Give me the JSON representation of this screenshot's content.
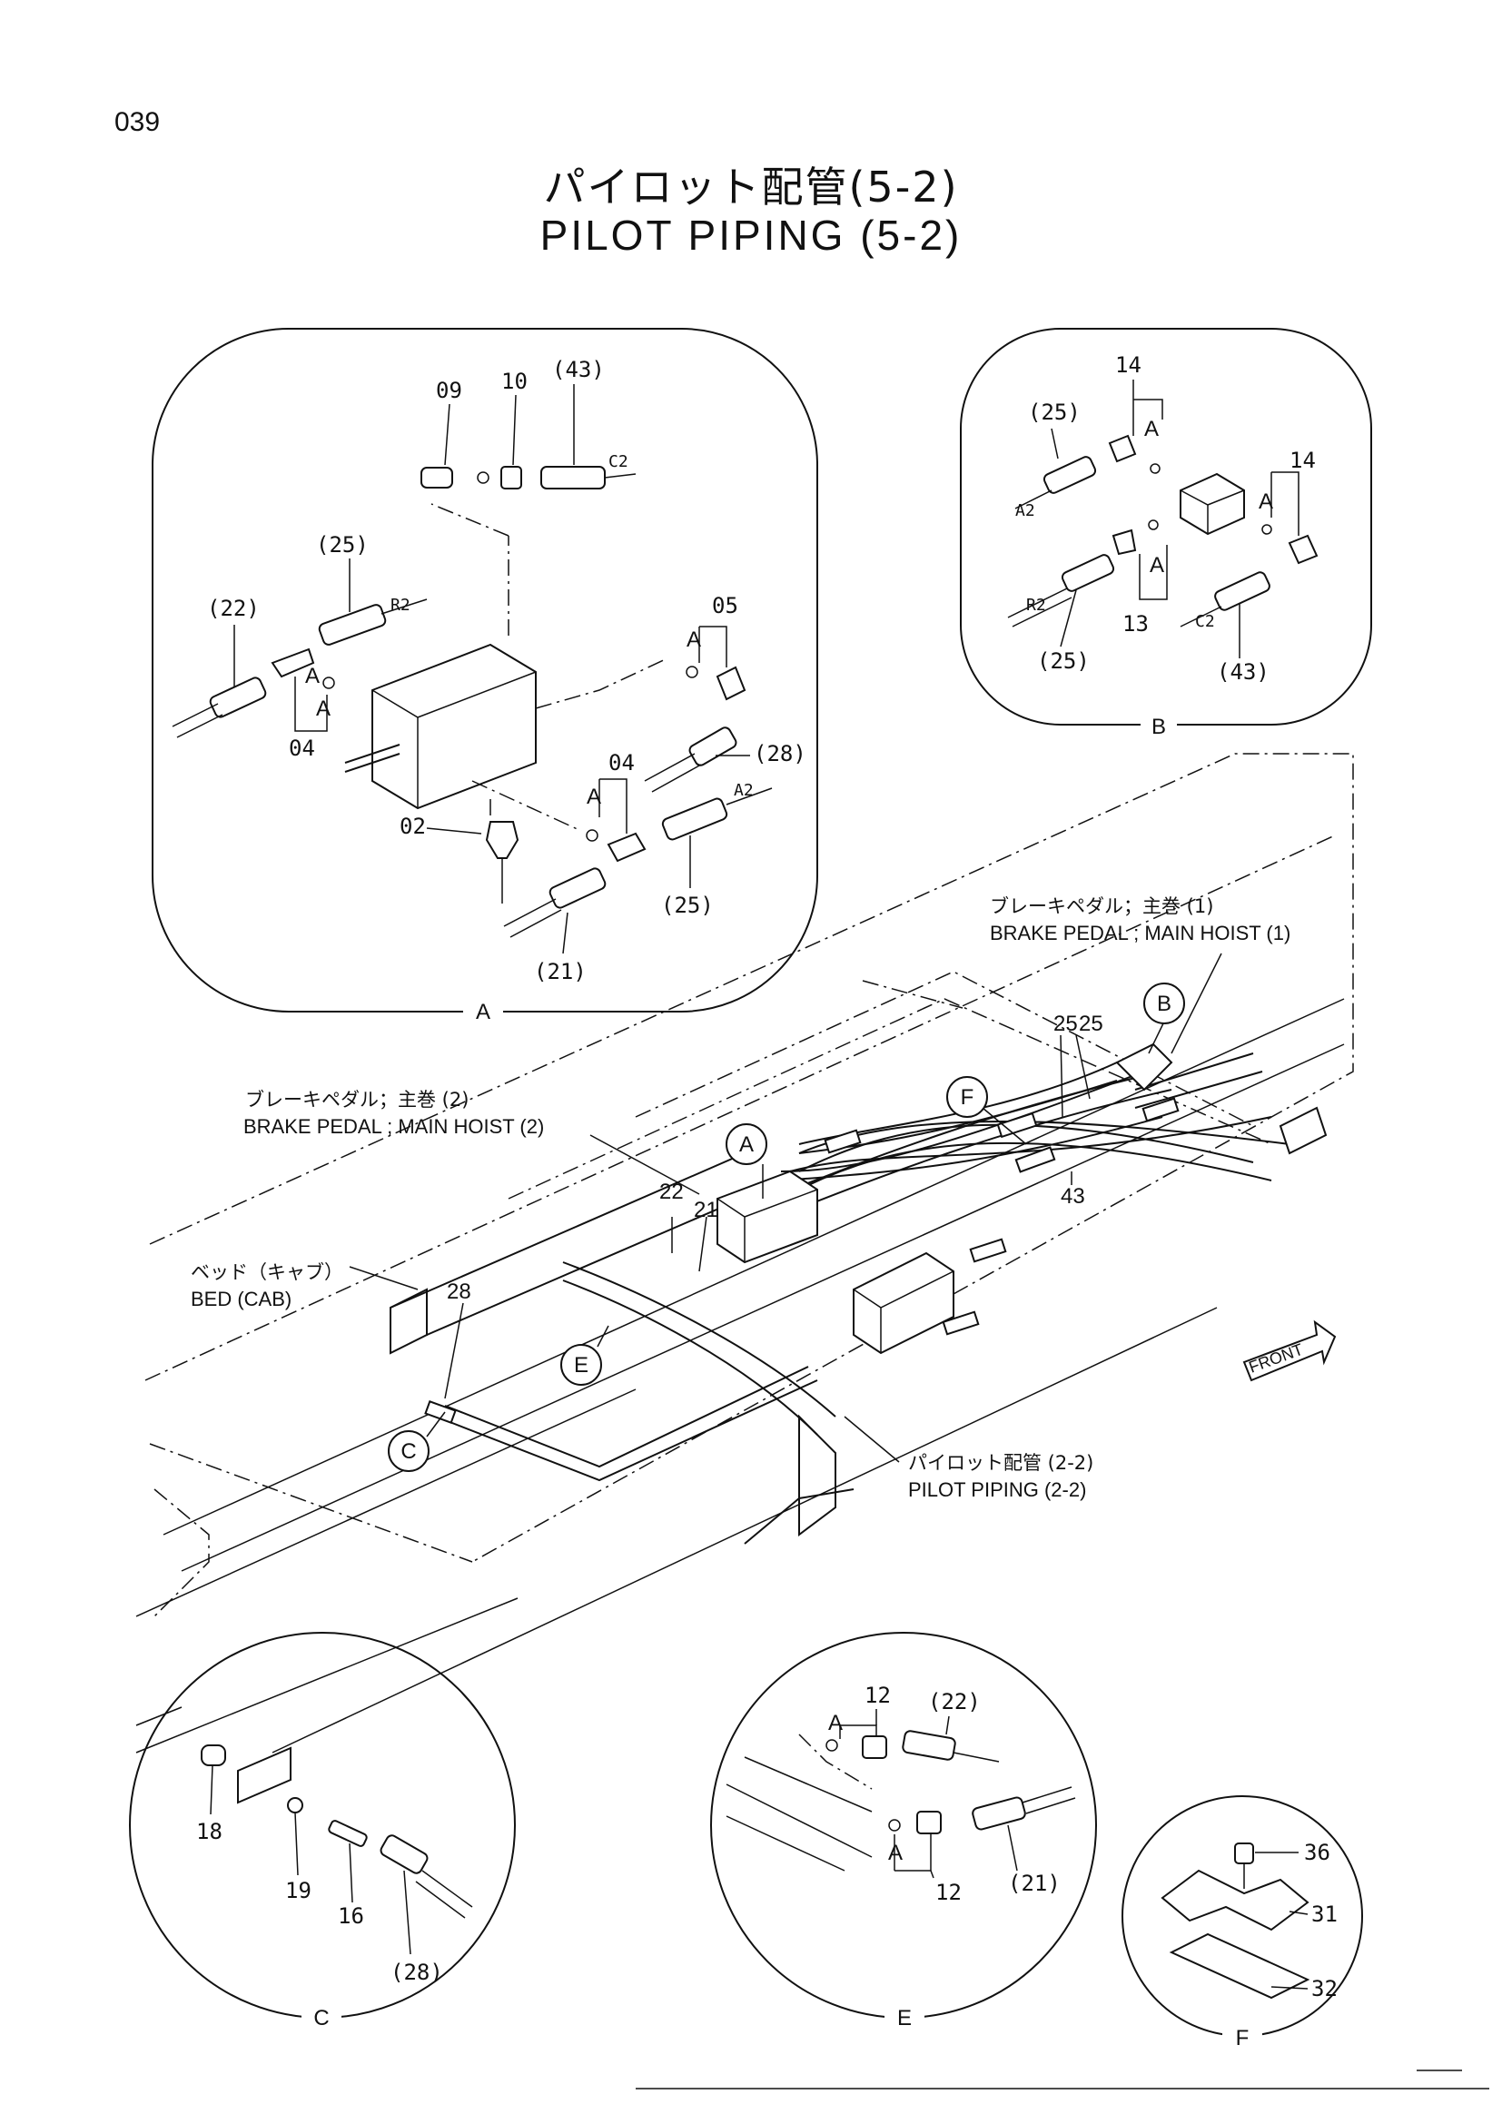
{
  "page_number": "039",
  "title_jp": "パイロット配管(5-2)",
  "title_en": "PILOT PIPING (5-2)",
  "details": {
    "A": {
      "frame_label": "A",
      "parts": [
        "09",
        "10",
        "(43)",
        "(25)",
        "(22)",
        "05",
        "04",
        "04",
        "(28)",
        "02",
        "(25)",
        "(21)"
      ],
      "port_labels": [
        "C2",
        "R2",
        "A2"
      ],
      "o_ring_markers": [
        "A",
        "A",
        "A",
        "A"
      ]
    },
    "B": {
      "frame_label": "B",
      "parts": [
        "14",
        "14",
        "(25)",
        "(25)",
        "13",
        "(43)"
      ],
      "port_labels": [
        "A2",
        "R2",
        "C2"
      ],
      "o_ring_markers": [
        "A",
        "A",
        "A"
      ]
    },
    "C": {
      "frame_label": "C",
      "parts": [
        "18",
        "19",
        "16",
        "(28)"
      ]
    },
    "E": {
      "frame_label": "E",
      "parts": [
        "12",
        "(22)",
        "(21)",
        "12"
      ],
      "o_ring_markers": [
        "A",
        "A"
      ]
    },
    "F": {
      "frame_label": "F",
      "parts": [
        "36",
        "31",
        "32"
      ]
    }
  },
  "main_view": {
    "callouts": [
      "A",
      "B",
      "C",
      "E",
      "F"
    ],
    "part_numbers": [
      "25",
      "25",
      "43",
      "22",
      "21",
      "28"
    ],
    "labels": {
      "brake_pedal_1_jp": "ブレーキペダル；主巻 (1)",
      "brake_pedal_1_en": "BRAKE PEDAL ; MAIN HOIST (1)",
      "brake_pedal_2_jp": "ブレーキペダル；主巻 (2)",
      "brake_pedal_2_en": "BRAKE PEDAL ; MAIN HOIST (2)",
      "bed_jp": "ベッド（キャブ）",
      "bed_en": "BED (CAB)",
      "pilot_piping_jp": "パイロット配管 (2-2)",
      "pilot_piping_en": "PILOT PIPING (2-2)",
      "front": "FRONT"
    }
  }
}
